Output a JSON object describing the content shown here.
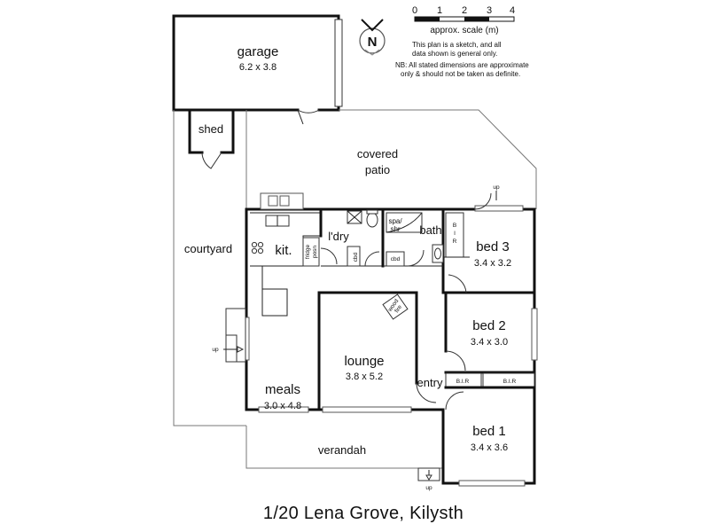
{
  "rooms": {
    "garage": {
      "name": "garage",
      "dims": "6.2 x 3.8"
    },
    "shed": {
      "name": "shed"
    },
    "covered_patio": {
      "line1": "covered",
      "line2": "patio"
    },
    "courtyard": {
      "name": "courtyard"
    },
    "kitchen": {
      "name": "kit."
    },
    "fridge": {
      "line1": "fridge",
      "line2": "posn"
    },
    "laundry": {
      "name": "l'dry"
    },
    "cbd_laundry": {
      "name": "cbd"
    },
    "spa": {
      "line1": "spa/",
      "line2": "shr"
    },
    "bath": {
      "name": "bath"
    },
    "cbd_bath": {
      "name": "cbd"
    },
    "bir_bed3": {
      "line1": "B",
      "line2": "I",
      "line3": "R"
    },
    "bed3": {
      "name": "bed 3",
      "dims": "3.4 x 3.2"
    },
    "wood_fire": {
      "line1": "wood",
      "line2": "fire"
    },
    "lounge": {
      "name": "lounge",
      "dims": "3.8 x 5.2"
    },
    "bed2": {
      "name": "bed 2",
      "dims": "3.4 x 3.0"
    },
    "meals": {
      "name": "meals",
      "dims": "3.0 x 4.8"
    },
    "entry": {
      "name": "entry"
    },
    "bir_left": {
      "name": "B.I.R"
    },
    "bir_right": {
      "name": "B.I.R"
    },
    "bed1": {
      "name": "bed 1",
      "dims": "3.4 x 3.6"
    },
    "verandah": {
      "name": "verandah"
    }
  },
  "markers": {
    "up_patio": "up",
    "up_courtyard": "up",
    "up_verandah": "up"
  },
  "compass": {
    "letter": "N"
  },
  "scale": {
    "ticks": [
      "0",
      "1",
      "2",
      "3",
      "4"
    ],
    "label": "approx. scale (m)"
  },
  "notes": {
    "line1": "This plan is a sketch, and all",
    "line2": "data shown is general only.",
    "line3": "NB: All stated dimensions are approximate",
    "line4": "only & should not be taken as definite."
  },
  "title": "1/20 Lena Grove, Kilysth"
}
